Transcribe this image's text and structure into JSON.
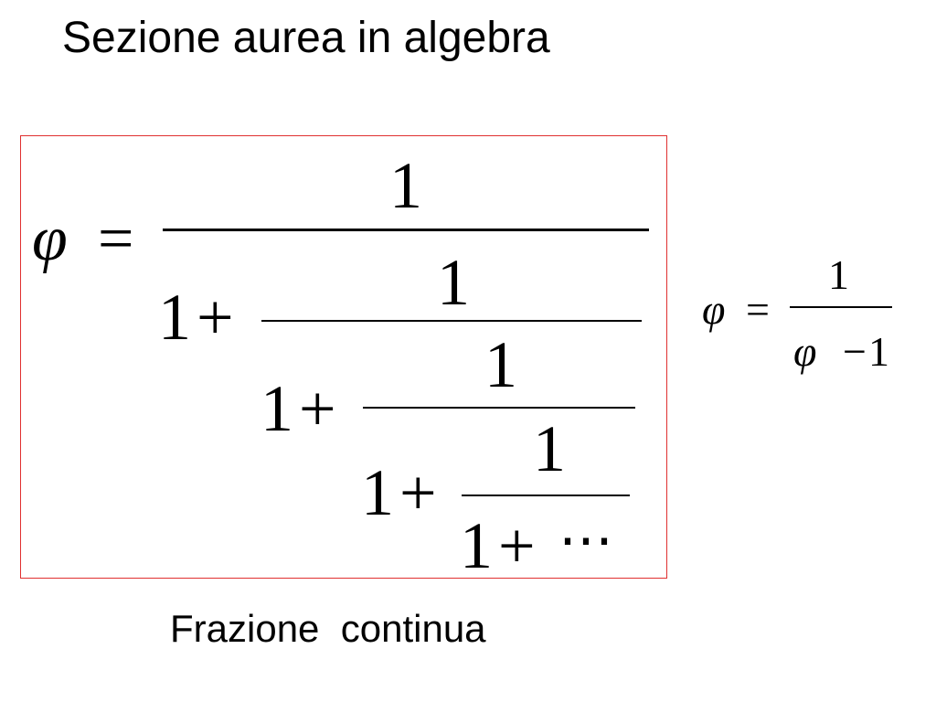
{
  "slide": {
    "title": "Sezione aurea in algebra",
    "caption": "Frazione  continua"
  },
  "continued_fraction": {
    "phi": "φ",
    "equals": "=",
    "one": "1",
    "plus": "+",
    "ellipsis": "⋯"
  },
  "recurrence": {
    "phi": "φ",
    "equals": "=",
    "numerator": "1",
    "minus": "−",
    "one": "1"
  },
  "colors": {
    "box_border": "#e03030",
    "text": "#000000",
    "background": "#ffffff"
  }
}
